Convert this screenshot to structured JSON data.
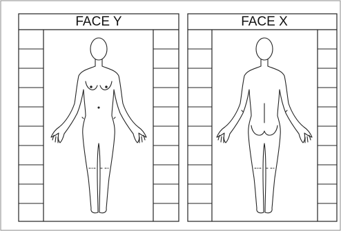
{
  "panels": [
    {
      "title": "FACE Y",
      "view": "front"
    },
    {
      "title": "FACE X",
      "view": "back"
    }
  ],
  "colors": {
    "line": "#222222",
    "background": "#ffffff"
  }
}
